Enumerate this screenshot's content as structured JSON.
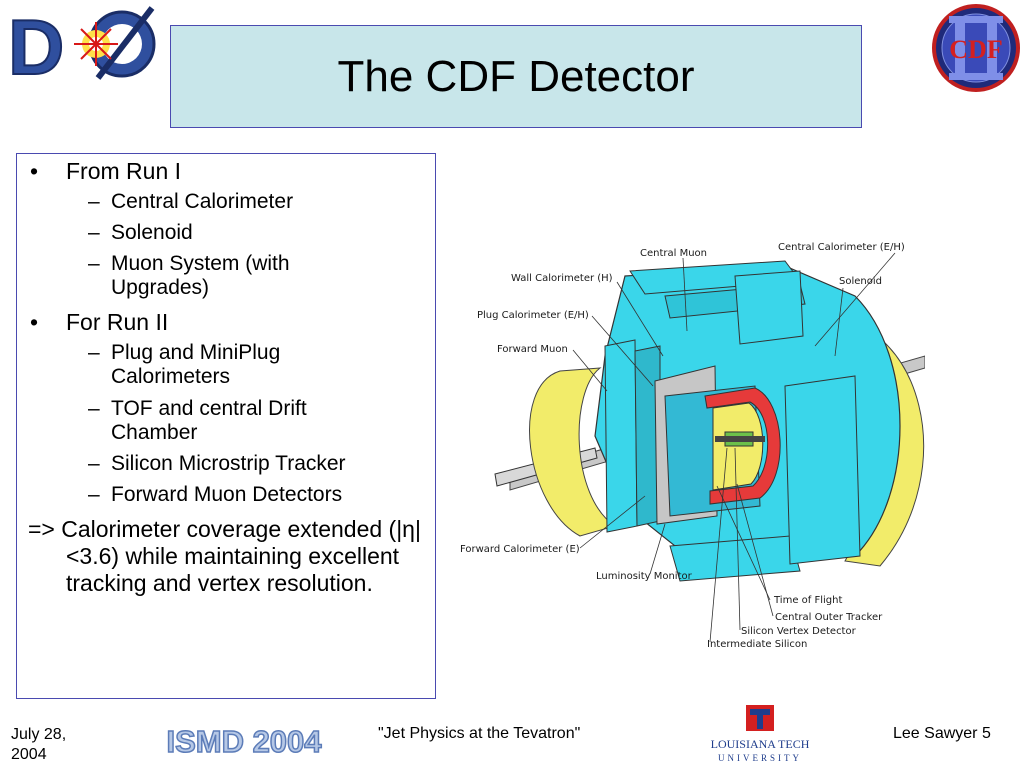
{
  "logos": {
    "d0": "DØ",
    "cdf": "CDF",
    "ismd": "ISMD 2004",
    "latech_line1": "LOUISIANA TECH",
    "latech_line2": "UNIVERSITY"
  },
  "title": "The CDF Detector",
  "bullets": [
    {
      "text": "From Run I",
      "children": [
        "Central Calorimeter",
        "Solenoid",
        "Muon System (with Upgrades)"
      ]
    },
    {
      "text": "For Run II",
      "children": [
        "Plug and MiniPlug Calorimeters",
        "TOF and central Drift Chamber",
        "Silicon Microstrip Tracker",
        "Forward Muon Detectors"
      ]
    }
  ],
  "conclusion": "=> Calorimeter coverage extended (|η|<3.6) while maintaining excellent tracking and vertex resolution.",
  "figure": {
    "labels": {
      "central_muon": "Central Muon",
      "central_calorimeter": "Central Calorimeter (E/H)",
      "wall_calorimeter": "Wall Calorimeter  (H)",
      "solenoid": "Solenoid",
      "plug_calorimeter": "Plug Calorimeter (E/H)",
      "forward_muon": "Forward Muon",
      "forward_calorimeter": "Forward Calorimeter (E)",
      "luminosity_monitor": "Luminosity Monitor",
      "time_of_flight": "Time of Flight",
      "central_outer_tracker": "Central Outer Tracker",
      "silicon_vertex_detector": "Silicon Vertex Detector",
      "intermediate_silicon": "Intermediate Silicon"
    }
  },
  "footer": {
    "date_line1": "July 28,",
    "date_line2": "2004",
    "talk": "\"Jet Physics at the Tevatron\"",
    "author": "Lee Sawyer 5"
  }
}
